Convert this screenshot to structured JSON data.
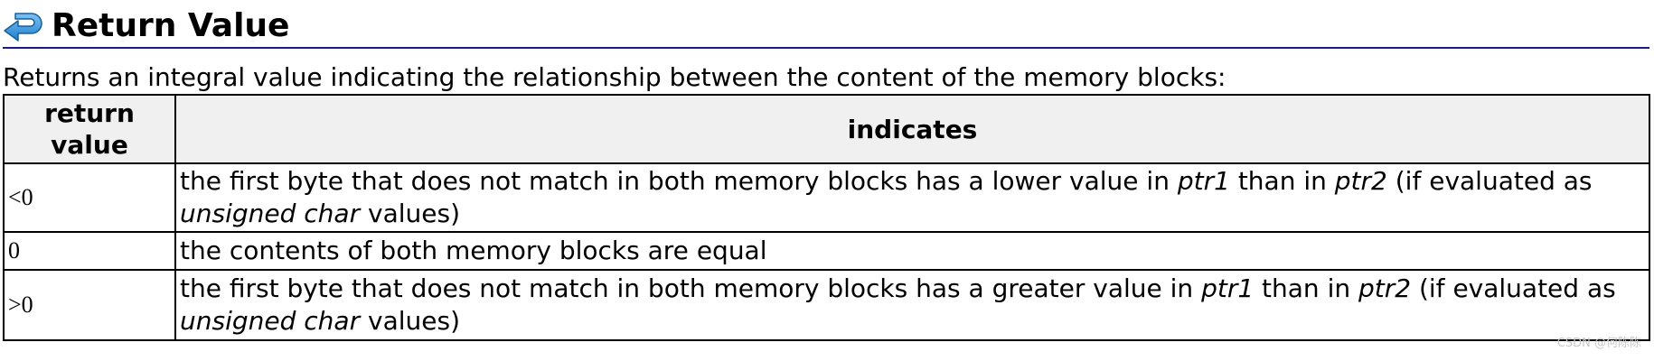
{
  "section": {
    "icon": "return-arrow-icon",
    "title": "Return Value"
  },
  "intro": "Returns an integral value indicating the relationship between the content of the memory blocks:",
  "table": {
    "headers": {
      "return_value": "return value",
      "indicates": "indicates"
    },
    "rows": [
      {
        "value": "<0",
        "parts": [
          "the first byte that does not match in both memory blocks has a lower value in ",
          "ptr1",
          " than in ",
          "ptr2",
          " (if evaluated as ",
          "unsigned char",
          " values)"
        ]
      },
      {
        "value": "0",
        "parts": [
          "the contents of both memory blocks are equal"
        ]
      },
      {
        "value": ">0",
        "parts": [
          "the first byte that does not match in both memory blocks has a greater value in ",
          "ptr1",
          " than in ",
          "ptr2",
          " (if evaluated as ",
          "unsigned char",
          " values)"
        ]
      }
    ]
  },
  "watermark": "CSDN @何陈陈",
  "colors": {
    "rule": "#1a1a80",
    "header_bg": "#f0f0f0",
    "icon_blue": "#2a8fd8"
  }
}
